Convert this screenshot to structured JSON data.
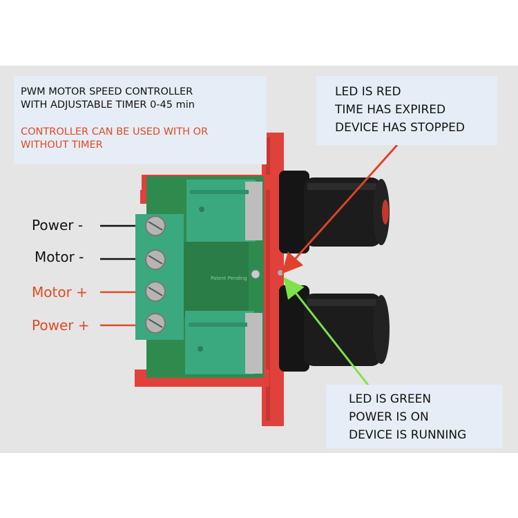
{
  "title_box": {
    "line1": "PWM MOTOR SPEED CONTROLLER",
    "line2": "WITH ADJUSTABLE TIMER 0-45 min",
    "note_line1": "CONTROLLER CAN BE USED WITH OR",
    "note_line2": "WITHOUT TIMER"
  },
  "terminal_labels": {
    "power_negative": "Power -",
    "motor_negative": "Motor -",
    "motor_positive": "Motor +",
    "power_positive": "Power +"
  },
  "led_red_box": {
    "line1": "LED IS RED",
    "line2": "TIME HAS EXPIRED",
    "line3": "DEVICE HAS STOPPED"
  },
  "led_green_box": {
    "line1": "LED IS GREEN",
    "line2": "POWER IS ON",
    "line3": "DEVICE IS RUNNING"
  },
  "colors": {
    "background": "#e8e8e8",
    "enclosure_red": "#e0413a",
    "pcb_green": "#2f8a4e",
    "terminal_teal": "#3aa97f",
    "knob_black": "#1a1a1a",
    "label_orange": "#e04a24",
    "arrow_red": "#e0412a",
    "arrow_green": "#7ee24a",
    "box_fill": "#e6edf6"
  }
}
